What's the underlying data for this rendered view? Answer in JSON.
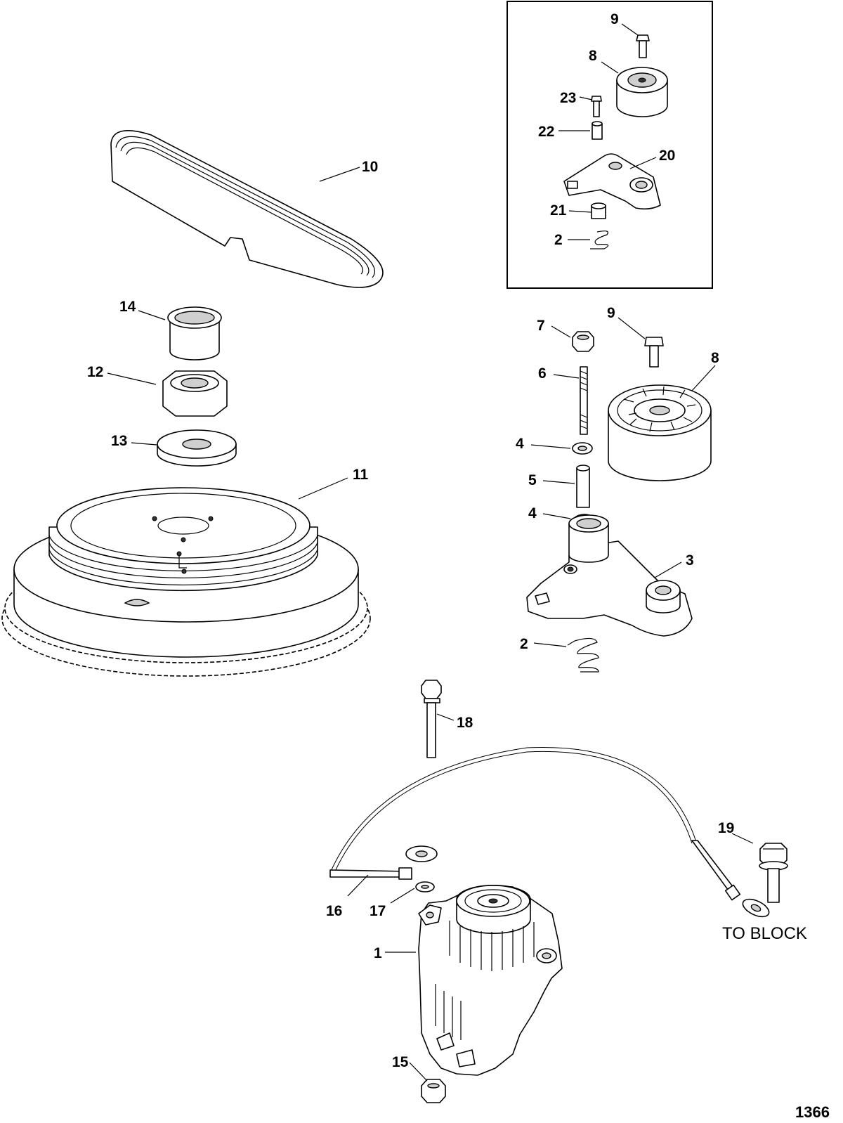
{
  "callouts": {
    "c9_inset": "9",
    "c8_inset": "8",
    "c23": "23",
    "c22": "22",
    "c20": "20",
    "c21": "21",
    "c2_inset": "2",
    "c10": "10",
    "c14": "14",
    "c12": "12",
    "c13": "13",
    "c11": "11",
    "c7": "7",
    "c9": "9",
    "c8": "8",
    "c6": "6",
    "c4_top": "4",
    "c5": "5",
    "c4_bottom": "4",
    "c3": "3",
    "c2": "2",
    "c18": "18",
    "c19": "19",
    "c16": "16",
    "c17": "17",
    "c1": "1",
    "c15": "15"
  },
  "note_to_block": "TO BLOCK",
  "figure_number": "1366"
}
